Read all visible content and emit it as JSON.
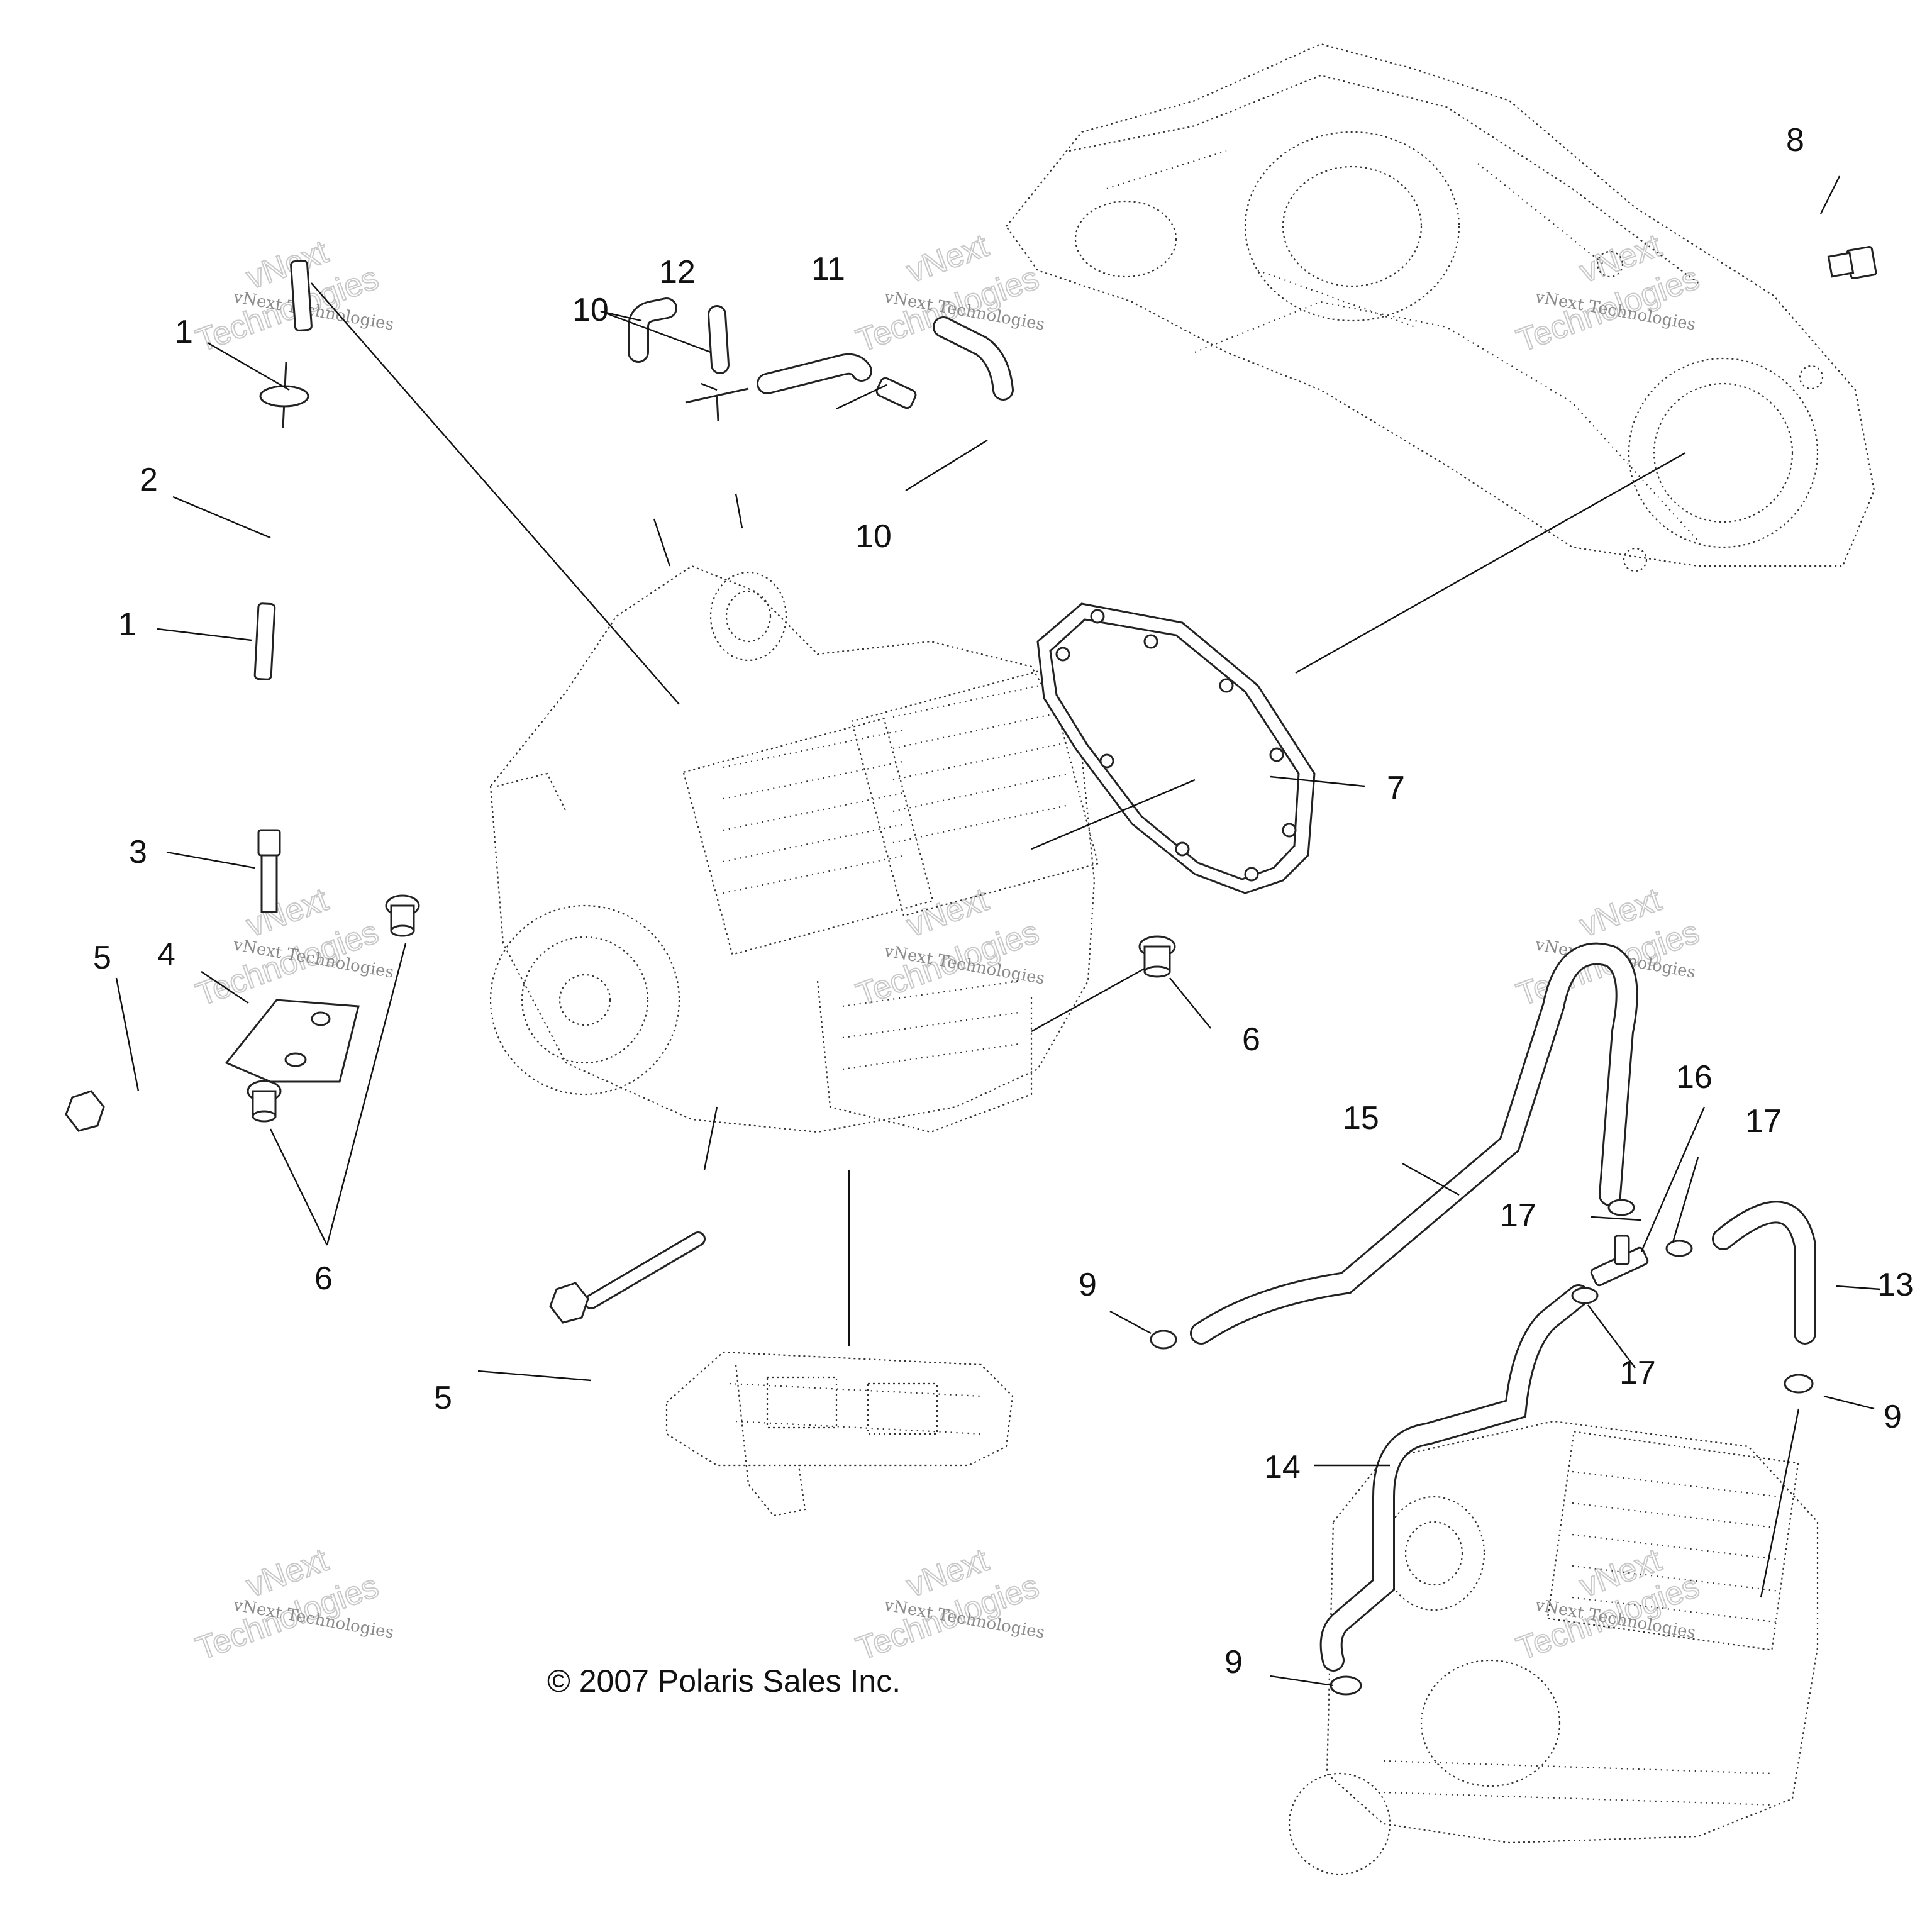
{
  "callouts": {
    "c1a": "1",
    "c1b": "1",
    "c2": "2",
    "c3": "3",
    "c4": "4",
    "c5a": "5",
    "c5b": "5",
    "c6a": "6",
    "c6b": "6",
    "c7": "7",
    "c8": "8",
    "c9a": "9",
    "c9b": "9",
    "c9c": "9",
    "c10a": "10",
    "c10b": "10",
    "c11": "11",
    "c12": "12",
    "c13": "13",
    "c14": "14",
    "c15": "15",
    "c16": "16",
    "c17a": "17",
    "c17b": "17",
    "c17c": "17"
  },
  "copyright": "© 2007 Polaris Sales Inc.",
  "watermark": {
    "line1": "vNext Technologies",
    "line2": "vNext",
    "line3": "Technologies"
  }
}
